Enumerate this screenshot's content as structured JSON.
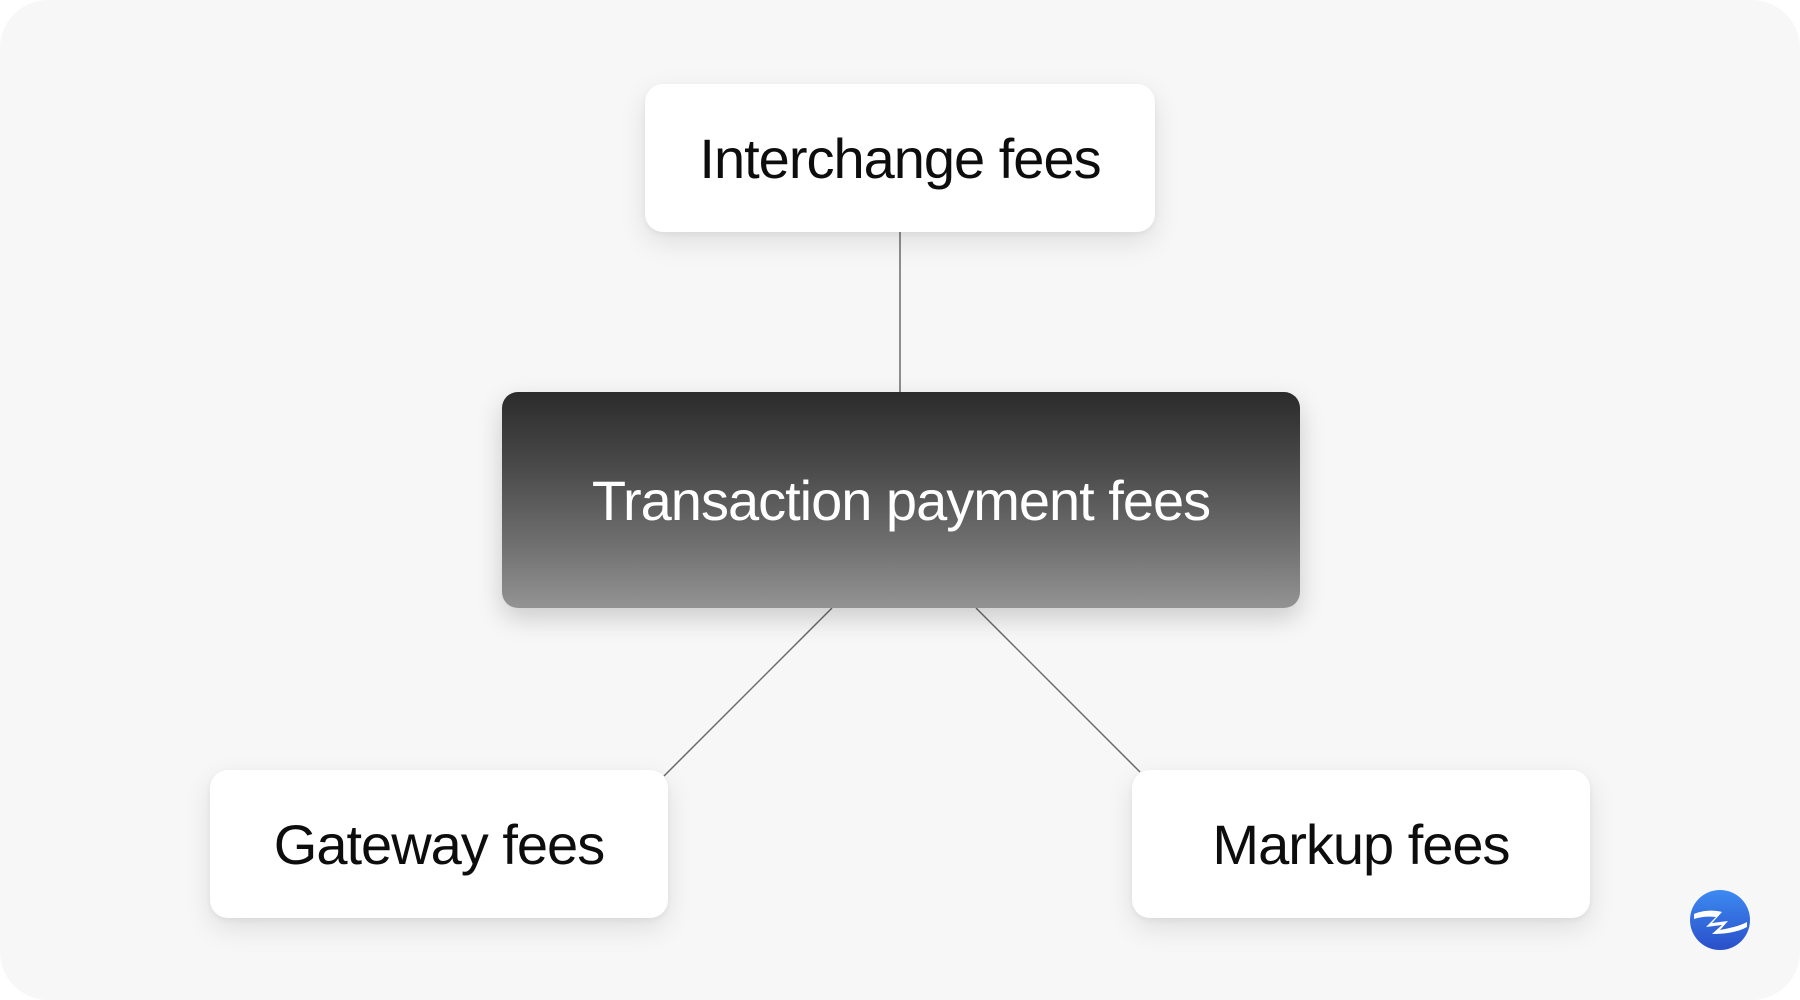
{
  "diagram": {
    "center_node": {
      "label": "Transaction payment fees"
    },
    "branches": [
      {
        "label": "Interchange fees"
      },
      {
        "label": "Gateway fees"
      },
      {
        "label": "Markup fees"
      }
    ]
  },
  "colors": {
    "background": "#f7f7f7",
    "node_light": "#ffffff",
    "node_dark_top": "#2b2b2b",
    "node_dark_bottom": "#939393",
    "connector": "#6b6b6b",
    "brand_blue": "#2f6fe0"
  },
  "icons": {
    "brand_logo": "lightning-bolt-logo-icon"
  }
}
